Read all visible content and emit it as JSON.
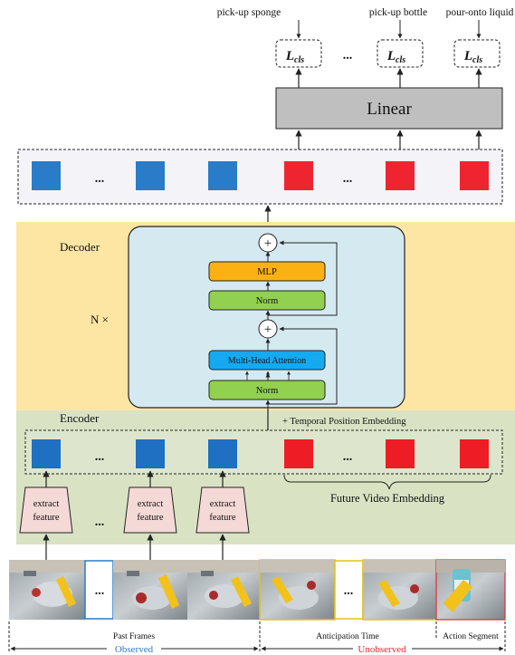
{
  "top_labels": {
    "left": "pick-up sponge",
    "middle": "pick-up bottle",
    "right": "pour-onto liquid"
  },
  "loss_label": "L",
  "loss_sub": "cls",
  "ellipsis": "...",
  "linear_label": "Linear",
  "decoder": {
    "title": "Decoder",
    "repeat": "N ×",
    "mlp": "MLP",
    "norm_top": "Norm",
    "attention": "Multi-Head Attention",
    "norm_bottom": "Norm",
    "plus": "+"
  },
  "encoder": {
    "title": "Encoder",
    "pos_embedding": "+ Temporal Position Embedding",
    "future_embedding": "Future Video Embedding",
    "extract_line1": "extract",
    "extract_line2": "feature"
  },
  "bottom": {
    "past_frames": "Past Frames",
    "anticipation": "Anticipation Time",
    "action_segment": "Action Segment",
    "observed": "Observed",
    "unobserved": "Unobserved"
  },
  "colors": {
    "observed_token": "#2a7bc8",
    "future_token": "#ee2530",
    "decoder_bg": "#fde6a4",
    "encoder_bg": "#d9e3c4",
    "decoder_box": "#d5e9f1",
    "mlp": "#fbb113",
    "norm": "#92d050",
    "attention": "#15aaf0",
    "linear": "#bfbfbf",
    "observed_text": "#2a7bc8",
    "unobserved_text": "#ee2530"
  }
}
